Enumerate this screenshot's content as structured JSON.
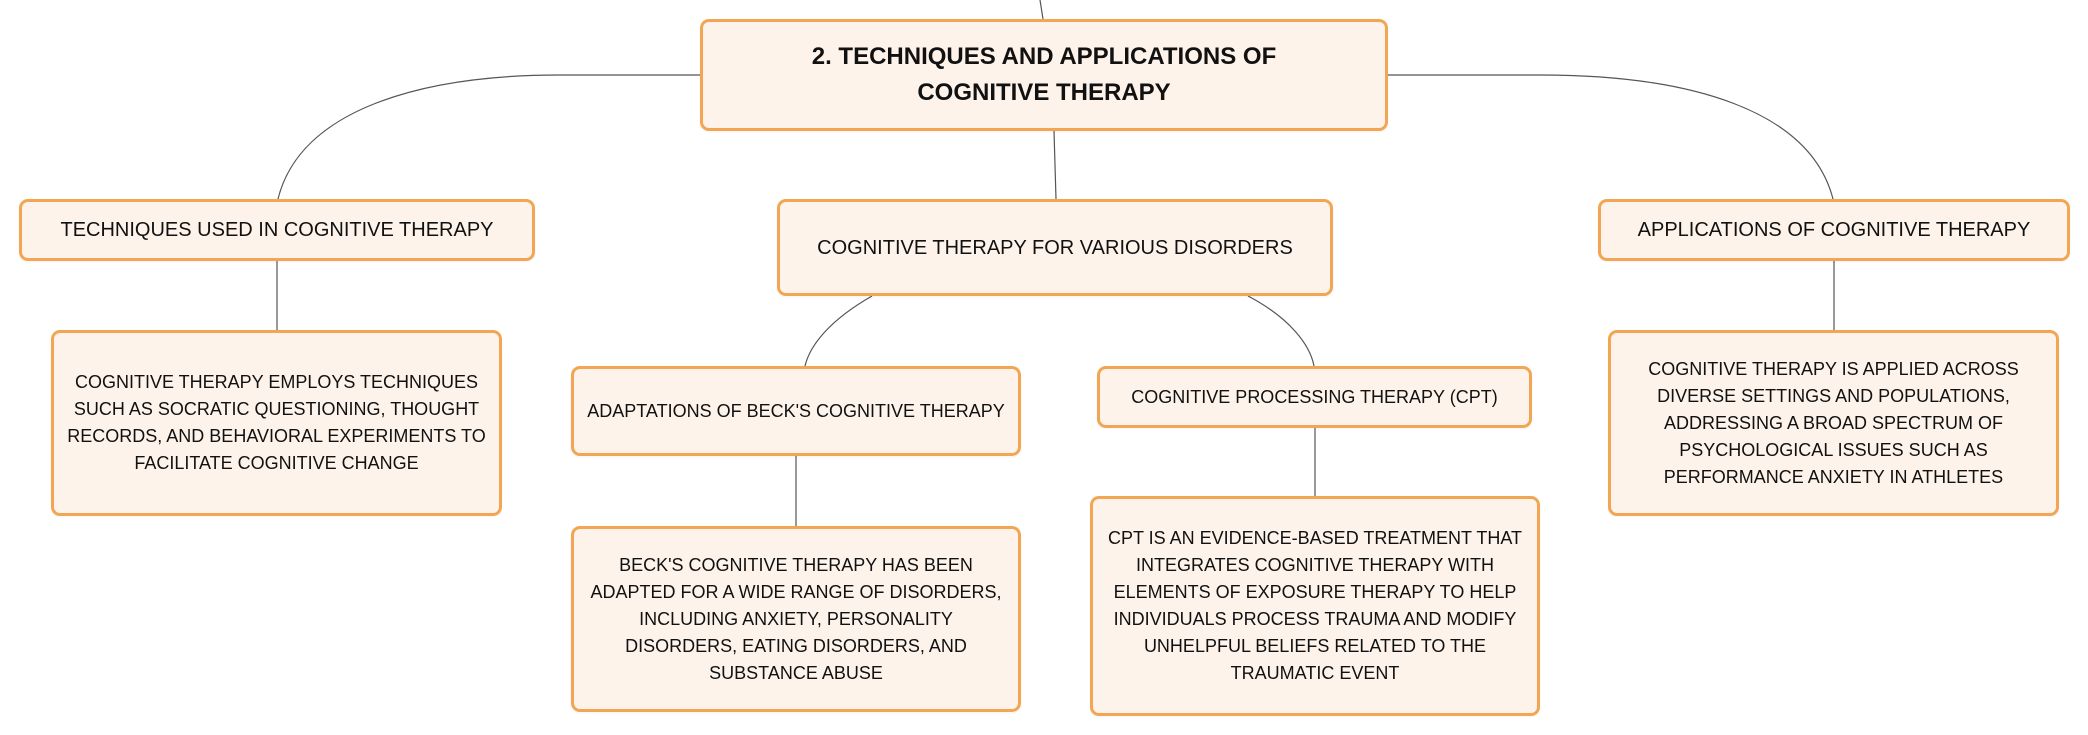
{
  "diagram": {
    "root": {
      "label": "2. TECHNIQUES AND APPLICATIONS OF COGNITIVE THERAPY"
    },
    "branches": [
      {
        "label": "TECHNIQUES USED IN COGNITIVE THERAPY",
        "detail": "COGNITIVE THERAPY EMPLOYS TECHNIQUES SUCH AS SOCRATIC QUESTIONING, THOUGHT RECORDS, AND BEHAVIORAL EXPERIMENTS TO FACILITATE COGNITIVE CHANGE"
      },
      {
        "label": "COGNITIVE THERAPY FOR VARIOUS DISORDERS",
        "children": [
          {
            "label": "ADAPTATIONS OF BECK'S COGNITIVE THERAPY",
            "detail": "BECK'S COGNITIVE THERAPY HAS BEEN ADAPTED FOR A WIDE RANGE OF DISORDERS, INCLUDING ANXIETY, PERSONALITY DISORDERS, EATING DISORDERS, AND SUBSTANCE ABUSE"
          },
          {
            "label": "COGNITIVE PROCESSING THERAPY (CPT)",
            "detail": "CPT IS AN EVIDENCE-BASED TREATMENT THAT INTEGRATES COGNITIVE THERAPY WITH ELEMENTS OF EXPOSURE THERAPY TO HELP INDIVIDUALS PROCESS TRAUMA AND MODIFY UNHELPFUL BELIEFS RELATED TO THE TRAUMATIC EVENT"
          }
        ]
      },
      {
        "label": "APPLICATIONS OF COGNITIVE THERAPY",
        "detail": "COGNITIVE THERAPY IS APPLIED ACROSS DIVERSE SETTINGS AND POPULATIONS, ADDRESSING A BROAD SPECTRUM OF PSYCHOLOGICAL ISSUES SUCH AS PERFORMANCE ANXIETY IN ATHLETES"
      }
    ],
    "colors": {
      "node_fill": "#fef3ea",
      "node_border": "#f2a654",
      "connector": "#555555",
      "text": "#111111"
    }
  }
}
